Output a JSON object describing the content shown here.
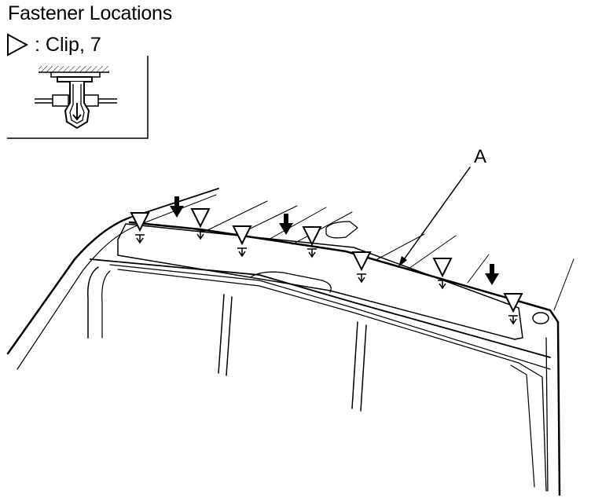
{
  "title": "Fastener Locations",
  "legend": {
    "icon": "hollow-triangle-icon",
    "label": ": Clip, 7"
  },
  "callout": "A",
  "clip_count": 7,
  "colors": {
    "ink": "#000000",
    "paper": "#ffffff"
  }
}
